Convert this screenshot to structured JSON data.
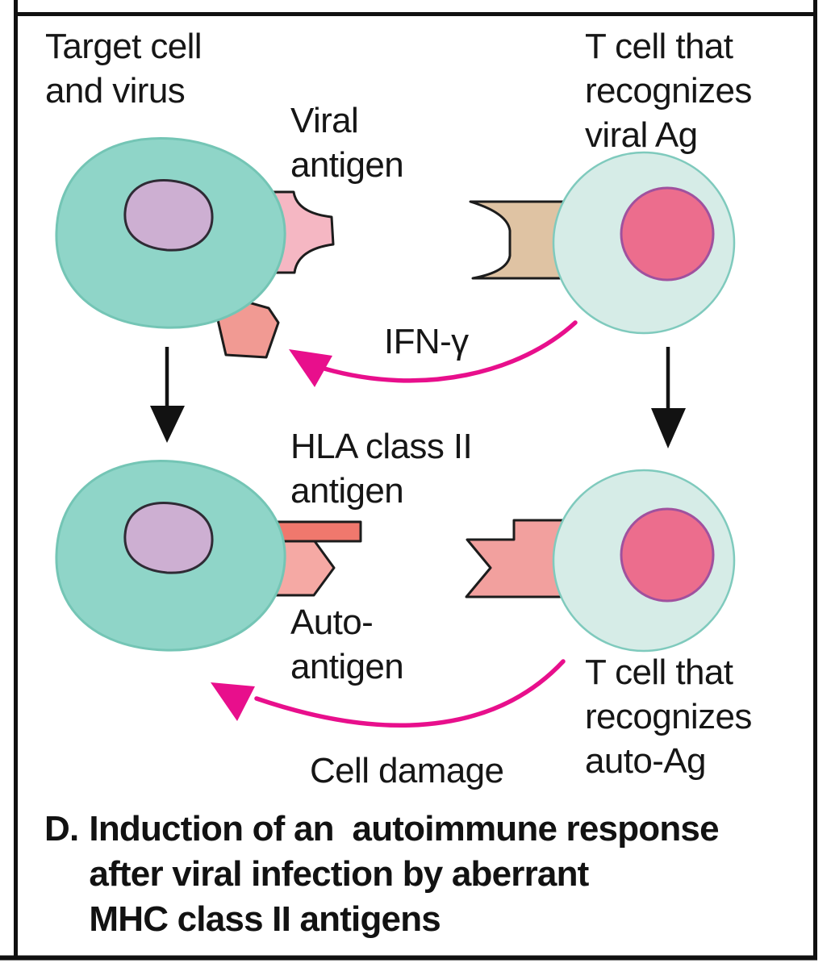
{
  "figure": {
    "panel_letter": "D.",
    "caption_text": "Induction of an  autoimmune response\nafter viral infection by aberrant\nMHC class II antigens"
  },
  "labels": {
    "target_cell": "Target cell\nand virus",
    "viral_antigen": "Viral\nantigen",
    "t_cell_viral": "T cell that\nrecognizes\nviral Ag",
    "ifn_gamma": "IFN-γ",
    "hla_class_ii": "HLA class II\nantigen",
    "auto_antigen": "Auto-\nantigen",
    "t_cell_auto": "T cell that\nrecognizes\nauto-Ag",
    "cell_damage": "Cell damage"
  },
  "colors": {
    "target_cell_fill": "#8fd5c8",
    "target_cell_edge": "#74c5b5",
    "target_nucleus_fill": "#cdafd2",
    "t_cell_fill": "#d6ece7",
    "t_cell_edge": "#7fcabd",
    "t_cell_nucleus_fill": "#ec6d8d",
    "t_cell_nucleus_edge": "#a0519e",
    "viral_antigen_fill": "#f5b7c3",
    "shed_antigen_fill": "#f19a93",
    "hla_bar_fill": "#f0786d",
    "auto_antigen_fill": "#f5a9a4",
    "viral_receptor_fill": "#dfc3a3",
    "auto_receptor_fill": "#f2a09e",
    "signal_arrow": "#e80f8c",
    "black": "#121212",
    "frame": "#101010"
  }
}
